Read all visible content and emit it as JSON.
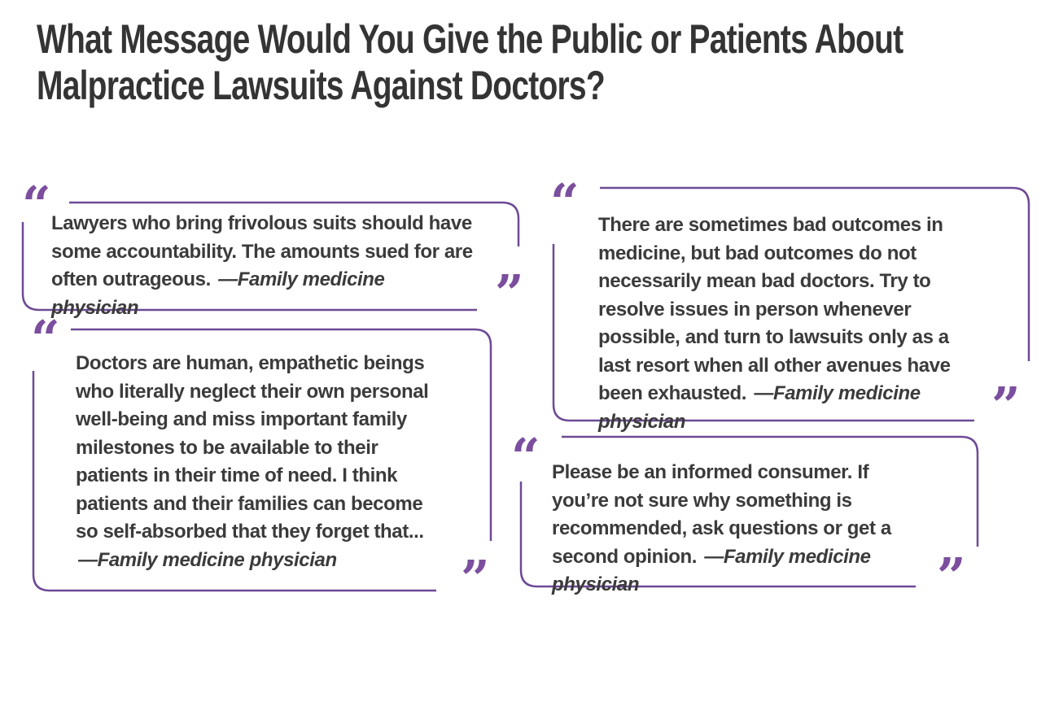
{
  "colors": {
    "background": "#ffffff",
    "title": "#343434",
    "text": "#3b3b3b",
    "accent": "#7b4e9e",
    "border": "#6d4a96"
  },
  "title": {
    "line1": "What Message Would You Give the Public or Patients About",
    "line2": "Malpractice Lawsuits Against Doctors?"
  },
  "quote_marks": {
    "open": "“",
    "close": "”"
  },
  "quotes": [
    {
      "text": "Lawyers who bring frivolous suits should have some accountability. The amounts sued for are often outrageous.",
      "attribution": "—Family medicine physician"
    },
    {
      "text": "Doctors are human, empathetic beings who literally neglect their own personal well-being and miss important family milestones to be available to their patients in their time of need. I think patients and their families can become so self-absorbed that they forget that...",
      "attribution": "—Family medicine physician"
    },
    {
      "text": "There are sometimes bad outcomes in medicine, but bad outcomes do not necessarily mean bad doctors. Try to resolve issues in person whenever possible, and turn to lawsuits only as a last resort when all other avenues have been exhausted.",
      "attribution": "—Family medicine physician"
    },
    {
      "text": "Please be an informed consumer. If you’re not sure why something is recommended, ask questions or get a second opinion.",
      "attribution": "—Family medicine physician"
    }
  ]
}
